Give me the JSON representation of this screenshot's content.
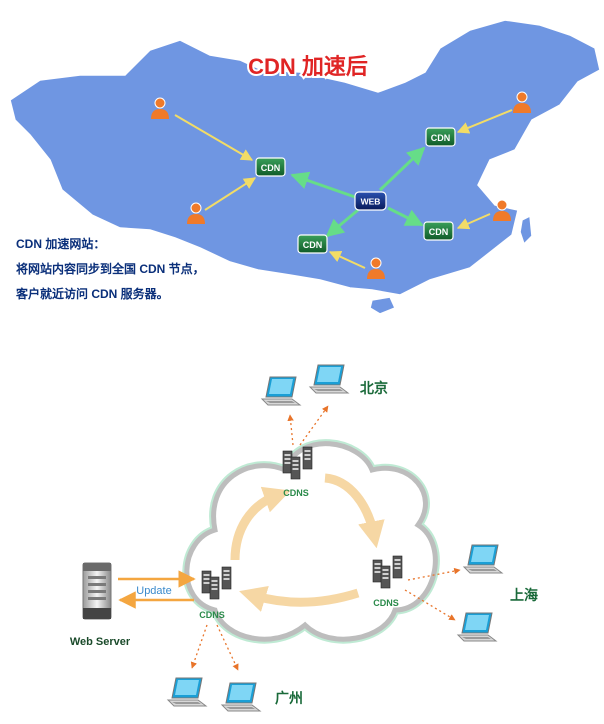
{
  "map_panel": {
    "title": "CDN 加速后",
    "description_lines": [
      "CDN 加速网站：",
      "将网站内容同步到全国 CDN 节点，",
      "客户就近访问 CDN 服务器。"
    ],
    "web_label": "WEB",
    "cdn_label": "CDN",
    "colors": {
      "map": "#6f96e2",
      "map_edge": "#ffffff",
      "title": "#e02525",
      "text": "#0a2f7a",
      "cdn_box": "#1a7a3a",
      "web_box": "#0c2a7a",
      "green_arrow": "#66dd88",
      "yellow_arrow": "#f2dc66",
      "user": "#f07a2a"
    }
  },
  "network_panel": {
    "web_server_label": "Web Server",
    "update_label": "Update",
    "cdns_label": "CDNS",
    "cities": {
      "beijing": "北京",
      "shanghai": "上海",
      "guangzhou": "广州"
    },
    "colors": {
      "city": "#1a6a3a",
      "arrow": "#f4a640",
      "dotted": "#e8742a",
      "cloud": "#bdbdbd",
      "cloud_glow": "#b8e8cf",
      "loop_arrow": "#f6d7a4",
      "cdns_text": "#2a8a4a",
      "update_text": "#3a8acc"
    }
  }
}
